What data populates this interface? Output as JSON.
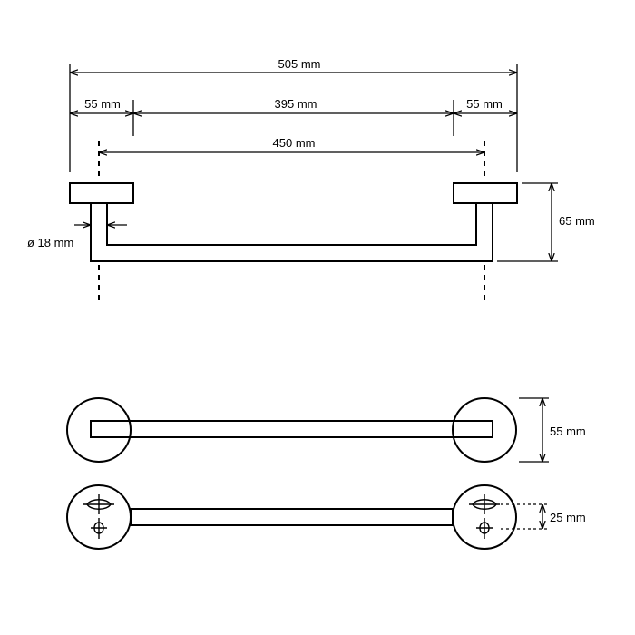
{
  "dimensions": {
    "overall_width": "505 mm",
    "left_flange": "55 mm",
    "bar_length": "395 mm",
    "right_flange": "55 mm",
    "center_distance": "450 mm",
    "height": "65 mm",
    "diameter": "ø 18 mm",
    "rosette_diameter": "55 mm",
    "hole_spacing": "25 mm"
  }
}
